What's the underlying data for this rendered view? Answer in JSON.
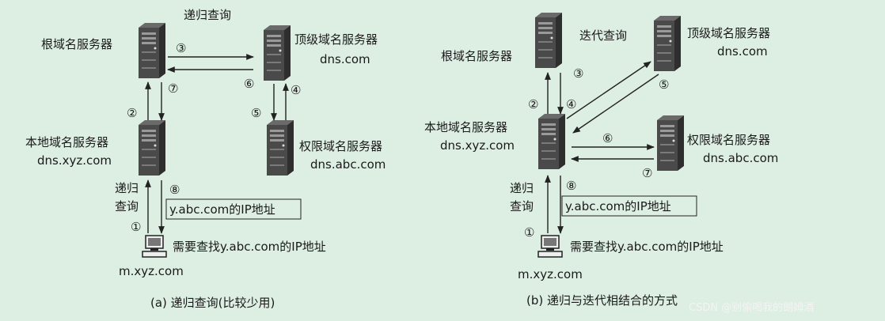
{
  "left": {
    "top_label": "递归查询",
    "root": "根域名服务器",
    "tld": "顶级域名服务器",
    "tld_host": "dns.com",
    "local": "本地域名服务器",
    "local_host": "dns.xyz.com",
    "auth": "权限域名服务器",
    "auth_host": "dns.abc.com",
    "query_l1": "递归",
    "query_l2": "查询",
    "answer": "y.abc.com的IP地址",
    "need": "需要查找y.abc.com的IP地址",
    "client": "m.xyz.com",
    "caption": "(a) 递归查询(比较少用)"
  },
  "right": {
    "iter_label": "迭代查询",
    "root": "根域名服务器",
    "tld": "顶级域名服务器",
    "tld_host": "dns.com",
    "local": "本地域名服务器",
    "local_host": "dns.xyz.com",
    "auth": "权限域名服务器",
    "auth_host": "dns.abc.com",
    "query_l1": "递归",
    "query_l2": "查询",
    "answer": "y.abc.com的IP地址",
    "need": "需要查找y.abc.com的IP地址",
    "client": "m.xyz.com",
    "caption": "(b) 递归与迭代相结合的方式"
  },
  "steps": {
    "s1": "①",
    "s2": "②",
    "s3": "③",
    "s4": "④",
    "s5": "⑤",
    "s6": "⑥",
    "s7": "⑦",
    "s8": "⑧"
  },
  "watermark": "CSDN @别偷喝我的朗姆酒"
}
